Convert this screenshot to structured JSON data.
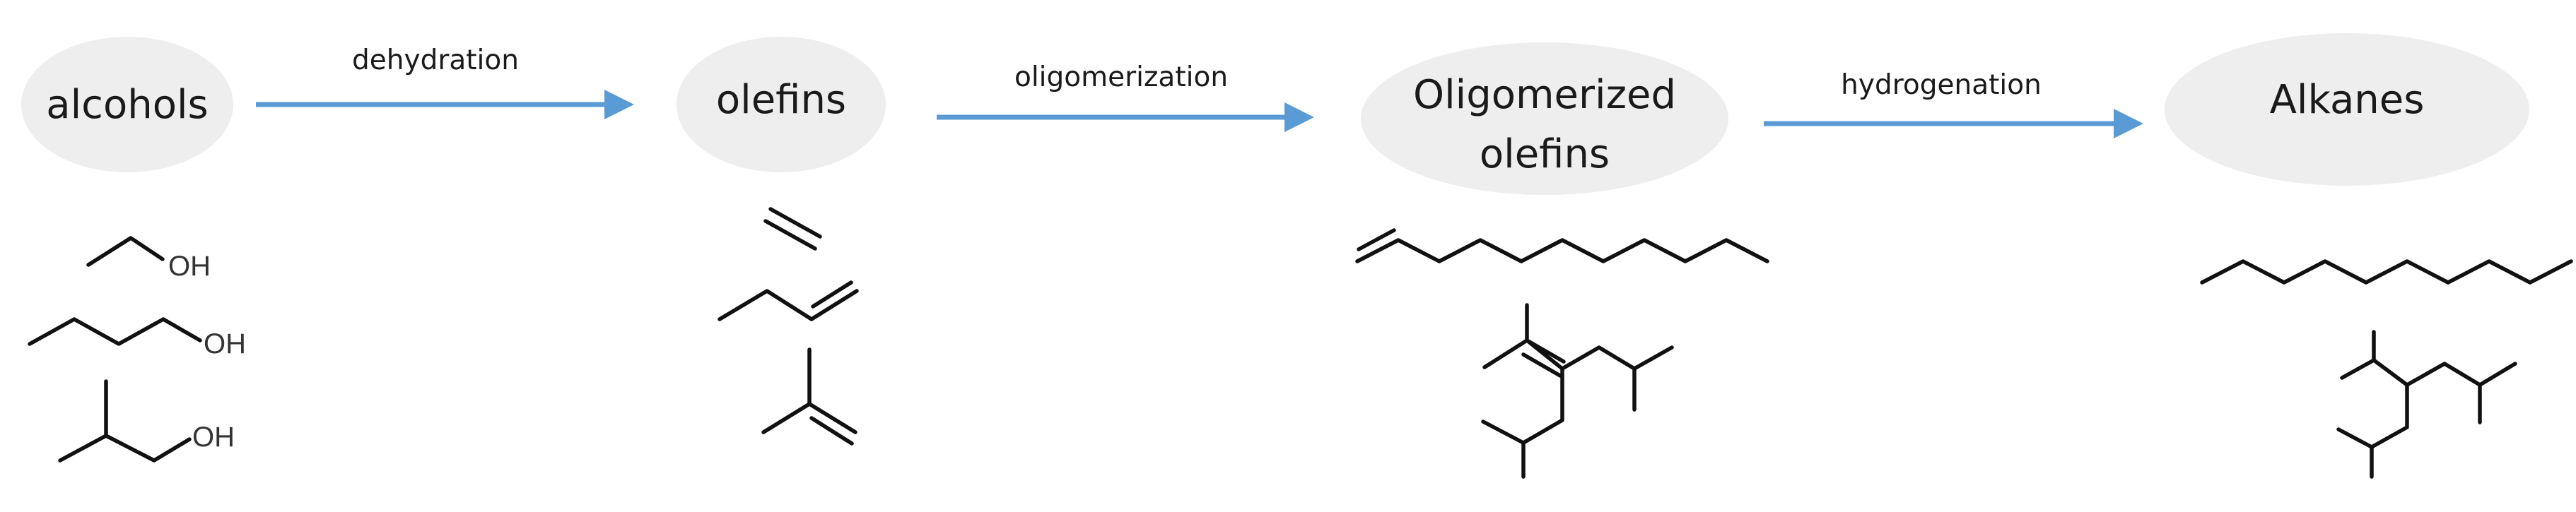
{
  "colors": {
    "node_fill": "#eeeeee",
    "arrow": "#5b9bd5",
    "bond": "#111111",
    "atom_label": "#333333"
  },
  "nodes": [
    {
      "id": "alcohols",
      "lines": [
        "alcohols"
      ]
    },
    {
      "id": "olefins",
      "lines": [
        "olefins"
      ]
    },
    {
      "id": "oligomerized",
      "lines": [
        "Oligomerized",
        "olefins"
      ]
    },
    {
      "id": "alkanes",
      "lines": [
        "Alkanes"
      ]
    }
  ],
  "edges": [
    {
      "from": "alcohols",
      "to": "olefins",
      "label": "dehydration"
    },
    {
      "from": "olefins",
      "to": "oligomerized",
      "label": "oligomerization"
    },
    {
      "from": "oligomerized",
      "to": "alkanes",
      "label": "hydrogenation"
    }
  ],
  "molecules": {
    "alcohols": [
      {
        "id": "ethanol",
        "atom_label": "OH"
      },
      {
        "id": "butanol",
        "atom_label": "OH"
      },
      {
        "id": "isobutanol",
        "atom_label": "OH"
      }
    ],
    "olefins": [
      {
        "id": "ethylene"
      },
      {
        "id": "butene"
      },
      {
        "id": "isobutylene"
      }
    ],
    "oligomerized": [
      {
        "id": "dodecene"
      },
      {
        "id": "branched-olefin"
      }
    ],
    "alkanes": [
      {
        "id": "dodecane"
      },
      {
        "id": "branched-alkane"
      }
    ]
  }
}
